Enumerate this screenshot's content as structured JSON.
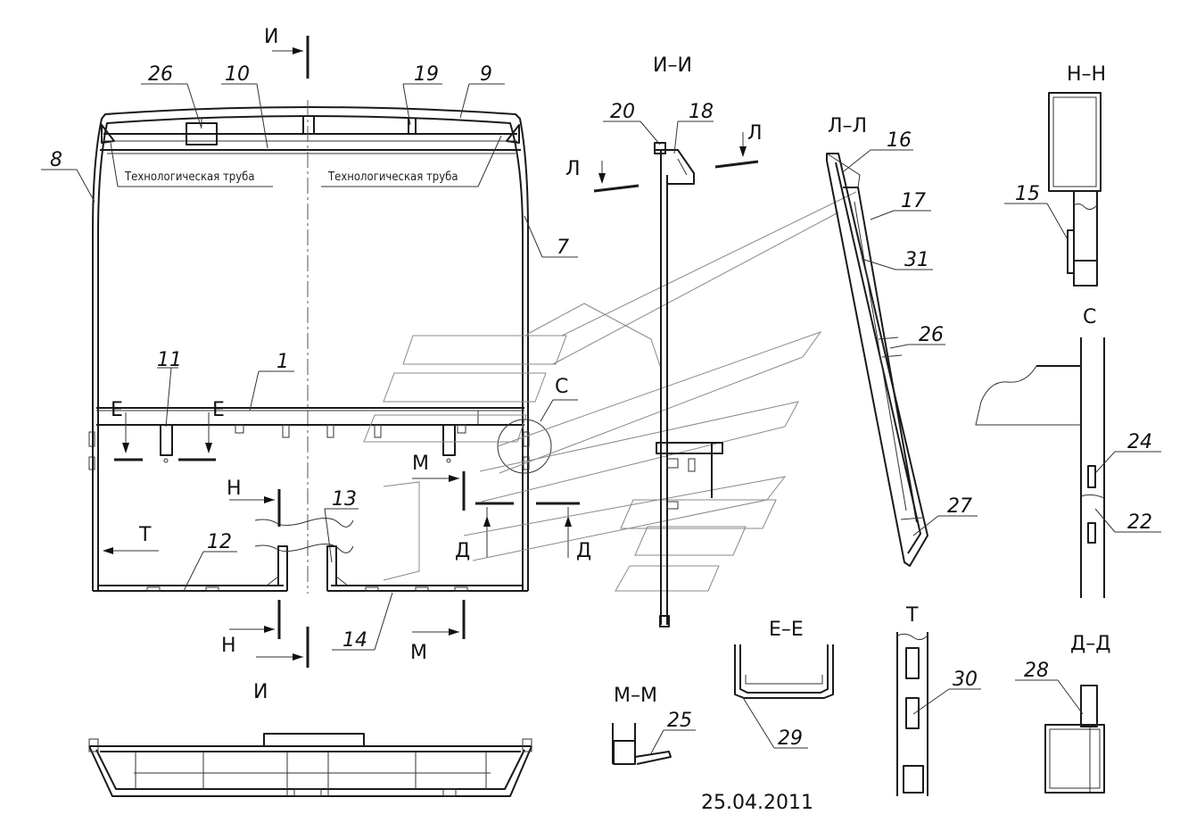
{
  "part_numbers": {
    "p1": "1",
    "p7": "7",
    "p8": "8",
    "p9": "9",
    "p10": "10",
    "p11": "11",
    "p12": "12",
    "p13": "13",
    "p14": "14",
    "p15": "15",
    "p16": "16",
    "p17": "17",
    "p18": "18",
    "p19": "19",
    "p20": "20",
    "p22": "22",
    "p24": "24",
    "p25": "25",
    "p26a": "26",
    "p26b": "26",
    "p27": "27",
    "p28": "28",
    "p29": "29",
    "p30": "30",
    "p31": "31"
  },
  "section_markers": {
    "I": "И",
    "L": "Л",
    "E": "Е",
    "M": "М",
    "N": "Н",
    "D": "Д",
    "T": "Т",
    "C": "С"
  },
  "view_titles": {
    "II": "И–И",
    "LL": "Л–Л",
    "NN": "Н–Н",
    "C": "С",
    "EE": "Е–Е",
    "MM": "М–М",
    "T": "Т",
    "DD": "Д–Д",
    "I": "И"
  },
  "notes": {
    "tech_pipe_left": "Технологическая труба",
    "tech_pipe_right": "Технологическая труба"
  },
  "date": "25.04.2011"
}
